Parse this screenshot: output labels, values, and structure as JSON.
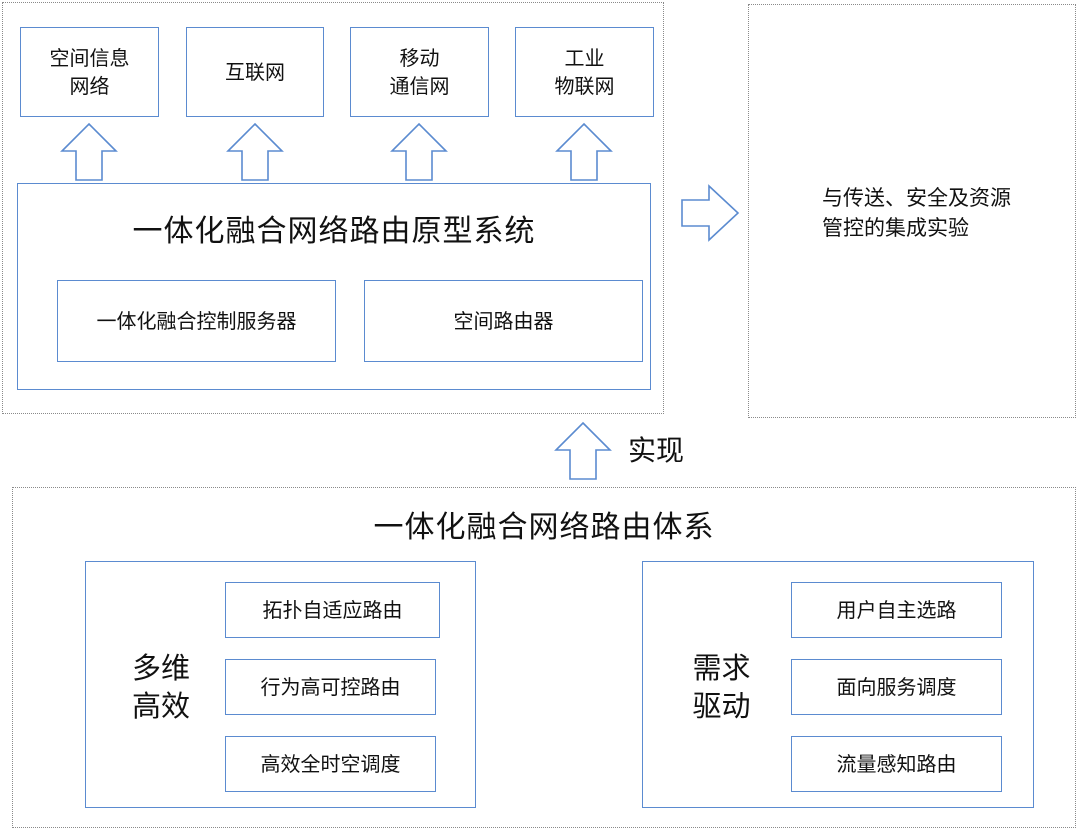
{
  "top_section": {
    "networks": [
      {
        "label": "空间信息\n网络"
      },
      {
        "label": "互联网"
      },
      {
        "label": "移动\n通信网"
      },
      {
        "label": "工业\n物联网"
      }
    ],
    "prototype": {
      "title": "一体化融合网络路由原型系统",
      "components": [
        {
          "label": "一体化融合控制服务器"
        },
        {
          "label": "空间路由器"
        }
      ]
    }
  },
  "experiment": {
    "label": "与传送、安全及资源\n管控的集成实验"
  },
  "implement_label": "实现",
  "bottom_section": {
    "title": "一体化融合网络路由体系",
    "groups": [
      {
        "title": "多维\n高效",
        "items": [
          {
            "label": "拓扑自适应路由"
          },
          {
            "label": "行为高可控路由"
          },
          {
            "label": "高效全时空调度"
          }
        ]
      },
      {
        "title": "需求\n驱动",
        "items": [
          {
            "label": "用户自主选路"
          },
          {
            "label": "面向服务调度"
          },
          {
            "label": "流量感知路由"
          }
        ]
      }
    ]
  },
  "colors": {
    "box_border": "#5b8bd0",
    "dotted_border": "#8a8a8a",
    "text": "#111111"
  }
}
